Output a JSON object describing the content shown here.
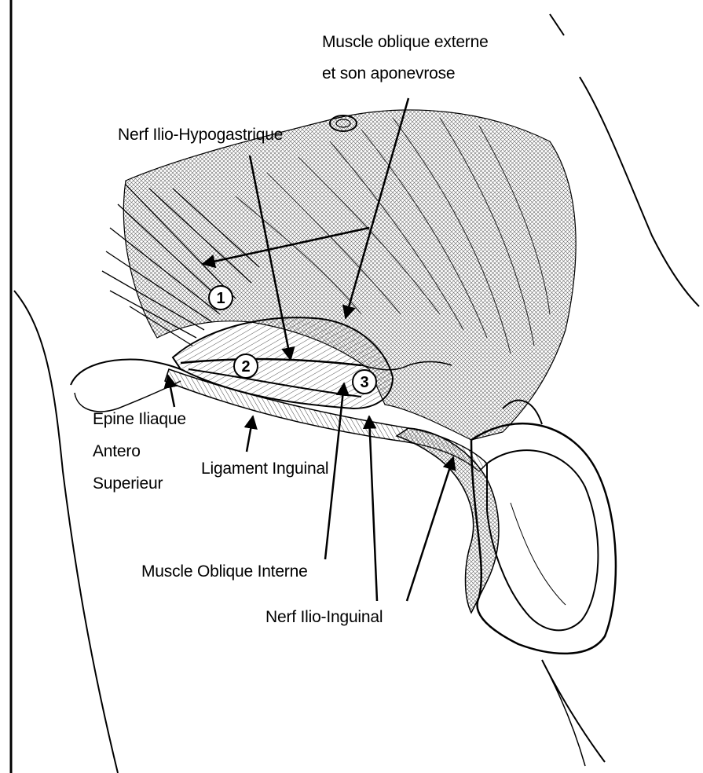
{
  "labels": {
    "oblique_externe_line1": "Muscle oblique externe",
    "oblique_externe_line2": "et son aponevrose",
    "nerf_ilio_hypogastrique": "Nerf Ilio-Hypogastrique",
    "epine_line1": "Epine Iliaque",
    "epine_line2": "Antero",
    "epine_line3": "Superieur",
    "ligament_inguinal": "Ligament Inguinal",
    "muscle_oblique_interne": "Muscle Oblique Interne",
    "nerf_ilio_inguinal": "Nerf Ilio-Inguinal"
  },
  "markers": [
    "1",
    "2",
    "3"
  ],
  "colors": {
    "ink": "#000000",
    "background": "#ffffff",
    "hatch": "#555555"
  }
}
